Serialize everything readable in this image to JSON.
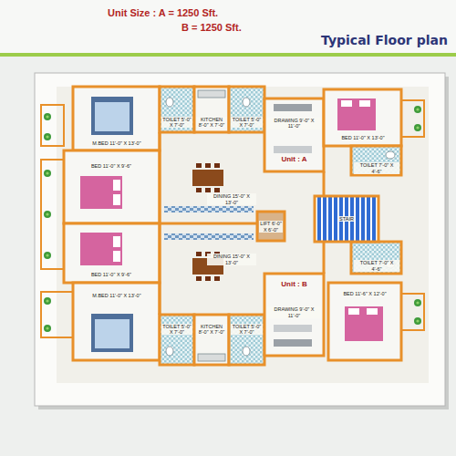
{
  "diagram": {
    "title": "Typical Floor plan",
    "nodes": [
      {
        "text": [
          "M.BED 11'-0\" X 13'-0\""
        ]
      },
      {
        "text": [
          "TOILET 5'-0\" X 7'-0\""
        ]
      },
      {
        "text": [
          "KITCHEN 8'-0\" X 7'-0\""
        ]
      },
      {
        "text": [
          "TOILET 5'-0\" X 7'-0\""
        ]
      },
      {
        "text": [
          "DRAWING 9'-0\" X 11'-0\"",
          "Unit : A"
        ]
      },
      {
        "text": [
          "BED 11'-0\" X 13'-0\""
        ]
      },
      {
        "text": [
          "TOILET 7'-0\" X 4'-6\""
        ]
      },
      {
        "text": [
          "BED 11'-0\" X 9'-6\""
        ]
      },
      {
        "text": [
          "DINING 15'-0\" X 13'-0\""
        ]
      },
      {
        "text": [
          "LIFT 6'-0\" X 6'-0\""
        ]
      },
      {
        "text": [
          "STAIR"
        ]
      },
      {
        "text": [
          "DINING 15'-0\" X 13'-0\""
        ]
      },
      {
        "text": [
          "TOILET 7'-0\" X 4'-6\""
        ]
      },
      {
        "text": [
          "BED 11'-0\" X 9'-6\""
        ]
      },
      {
        "text": [
          "M.BED 11'-0\" X 13'-0\""
        ]
      },
      {
        "text": [
          "TOILET 5'-0\" X 7'-0\""
        ]
      },
      {
        "text": [
          "KITCHEN 8'-0\" X 7'-0\""
        ]
      },
      {
        "text": [
          "TOILET 5'-0\" X 7'-0\""
        ]
      },
      {
        "text": [
          "Unit : B",
          "DRAWING 9'-0\" X 11'-0\""
        ]
      },
      {
        "text": [
          "BED 11'-6\" X 12'-0\""
        ]
      }
    ],
    "labels": [
      "Unit Size : A = 1250 Sft.",
      "B = 1250 Sft."
    ]
  }
}
